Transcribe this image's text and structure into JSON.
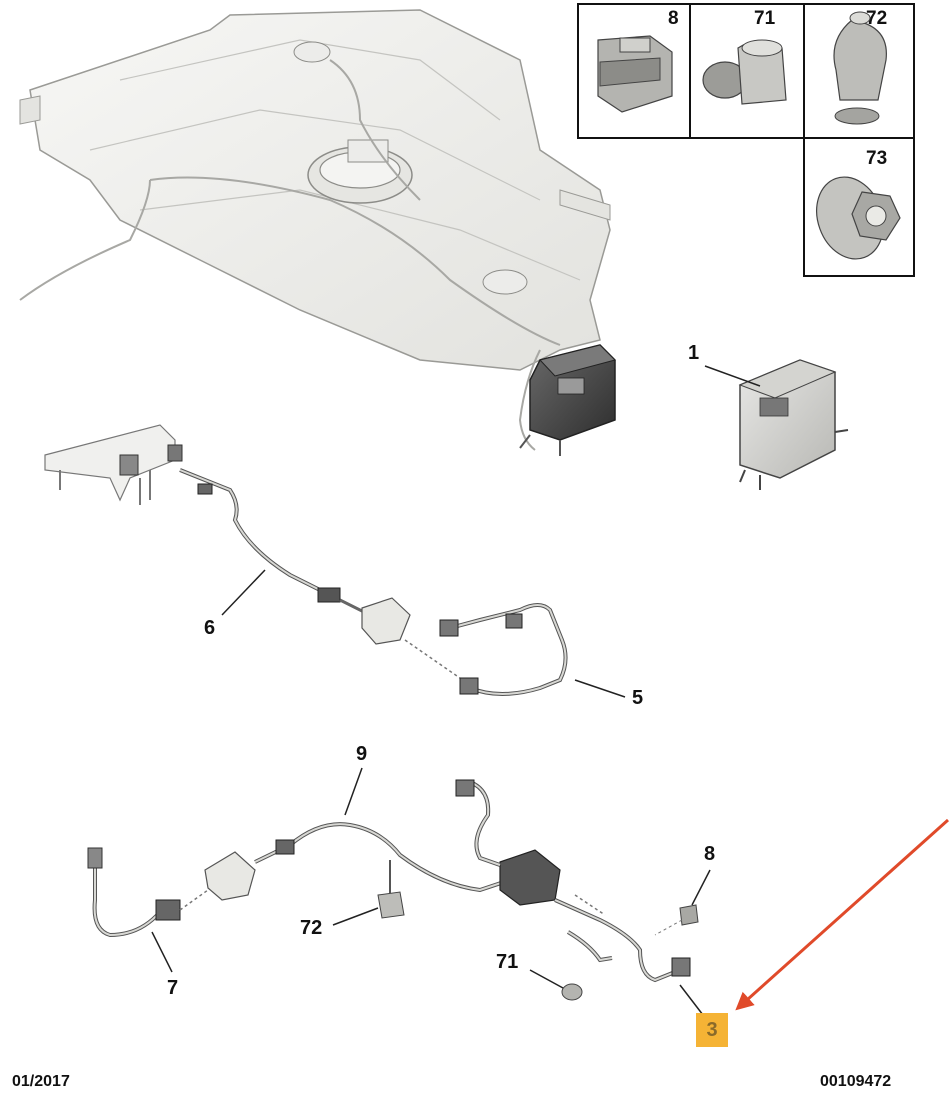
{
  "diagram": {
    "callouts": {
      "c1": "1",
      "c6": "6",
      "c5": "5",
      "c9": "9",
      "c8": "8",
      "c72": "72",
      "c71": "71",
      "c7": "7",
      "c3": "3"
    },
    "insets": {
      "i8": "8",
      "i71": "71",
      "i72": "72",
      "i73": "73"
    },
    "colors": {
      "line": "#222222",
      "tank_fill": "#f1f1ef",
      "canister": "#4a4a4a",
      "highlight": "#f5b335",
      "arrow": "#e04a2a"
    }
  },
  "footer": {
    "date": "01/2017",
    "ref": "00109472"
  }
}
